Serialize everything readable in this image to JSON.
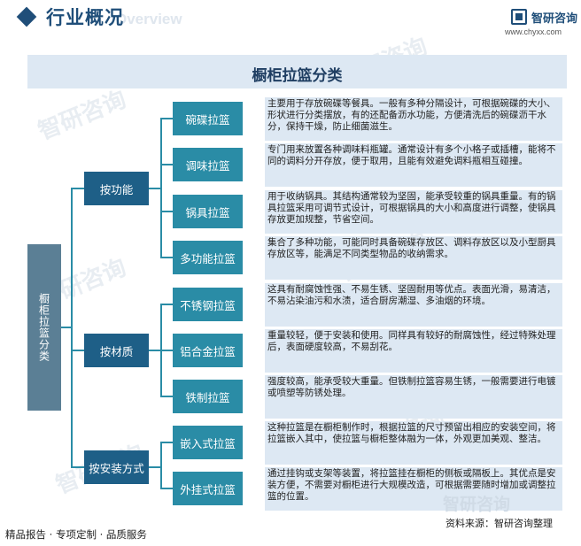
{
  "header": {
    "title": "行业概况",
    "subtitle": "Overview",
    "logo_name": "智研咨询",
    "logo_url": "www.chyxx.com"
  },
  "diagram": {
    "title": "橱柜拉篮分类",
    "root": "橱柜拉篮分类",
    "groups": [
      {
        "label": "按功能",
        "items": [
          {
            "label": "碗碟拉篮",
            "desc": "主要用于存放碗碟等餐具。一般有多种分隔设计，可根据碗碟的大小、形状进行分类摆放，有的还配备沥水功能，方便清洗后的碗碟沥干水分，保持干燥，防止细菌滋生。"
          },
          {
            "label": "调味拉篮",
            "desc": "专门用来放置各种调味料瓶罐。通常设计有多个小格子或插槽，能将不同的调料分开存放，便于取用，且能有效避免调料瓶相互碰撞。"
          },
          {
            "label": "锅具拉篮",
            "desc": "用于收纳锅具。其结构通常较为坚固，能承受较重的锅具重量。有的锅具拉篮采用可调节式设计，可根据锅具的大小和高度进行调整，使锅具存放更加规整，节省空间。"
          },
          {
            "label": "多功能拉篮",
            "desc": "集合了多种功能，可能同时具备碗碟存放区、调料存放区以及小型厨具存放区等，能满足不同类型物品的收纳需求。"
          }
        ]
      },
      {
        "label": "按材质",
        "items": [
          {
            "label": "不锈钢拉篮",
            "desc": "这具有耐腐蚀性强、不易生锈、坚固耐用等优点。表面光滑，易清洁，不易沾染油污和水渍，适合厨房潮湿、多油烟的环境。"
          },
          {
            "label": "铝合金拉篮",
            "desc": "重量较轻，便于安装和使用。同样具有较好的耐腐蚀性，经过特殊处理后，表面硬度较高，不易刮花。"
          },
          {
            "label": "铁制拉篮",
            "desc": "强度较高，能承受较大重量。但铁制拉篮容易生锈，一般需要进行电镀或喷塑等防锈处理。"
          }
        ]
      },
      {
        "label": "按安装方式",
        "items": [
          {
            "label": "嵌入式拉篮",
            "desc": "这种拉篮是在橱柜制作时，根据拉篮的尺寸预留出相应的安装空间，将拉篮嵌入其中，使拉篮与橱柜整体融为一体，外观更加美观、整洁。"
          },
          {
            "label": "外挂式拉篮",
            "desc": "通过挂钩或支架等装置，将拉篮挂在橱柜的侧板或隔板上。其优点是安装方便，不需要对橱柜进行大规模改造，可根据需要随时增加或调整拉篮的位置。"
          }
        ]
      }
    ]
  },
  "footer": {
    "left": "精品报告 · 专项定制 · 品质服务",
    "source": "资料来源：智研咨询整理",
    "watermark": "智研咨询"
  },
  "colors": {
    "brand": "#1f4e79",
    "level1": "#1e5f87",
    "level2": "#2a8ca6",
    "root": "#5b7f95",
    "panel": "#dde8f3"
  }
}
